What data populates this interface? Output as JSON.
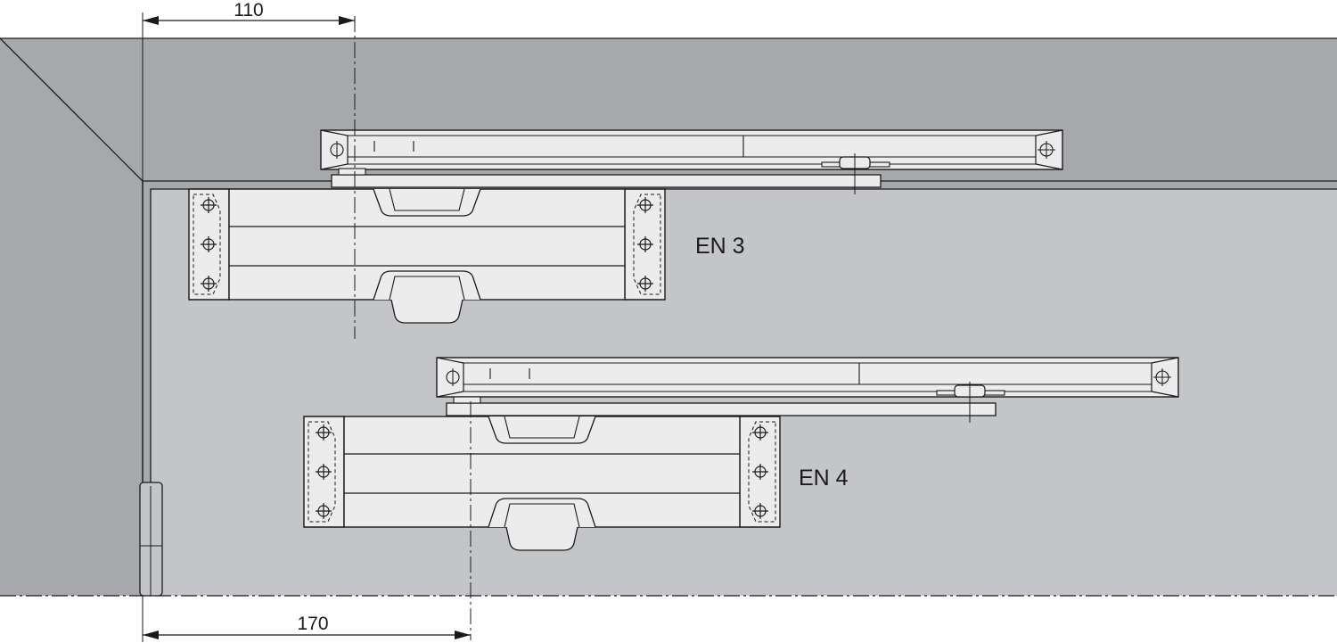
{
  "dimensions": {
    "top": "110",
    "bottom": "170"
  },
  "closers": {
    "upper": {
      "label": "EN 3"
    },
    "lower": {
      "label": "EN 4"
    }
  },
  "colors": {
    "frame": "#a7a8ab",
    "door": "#c4c5c8",
    "part": "#ececec",
    "line": "#1a1a1a"
  }
}
